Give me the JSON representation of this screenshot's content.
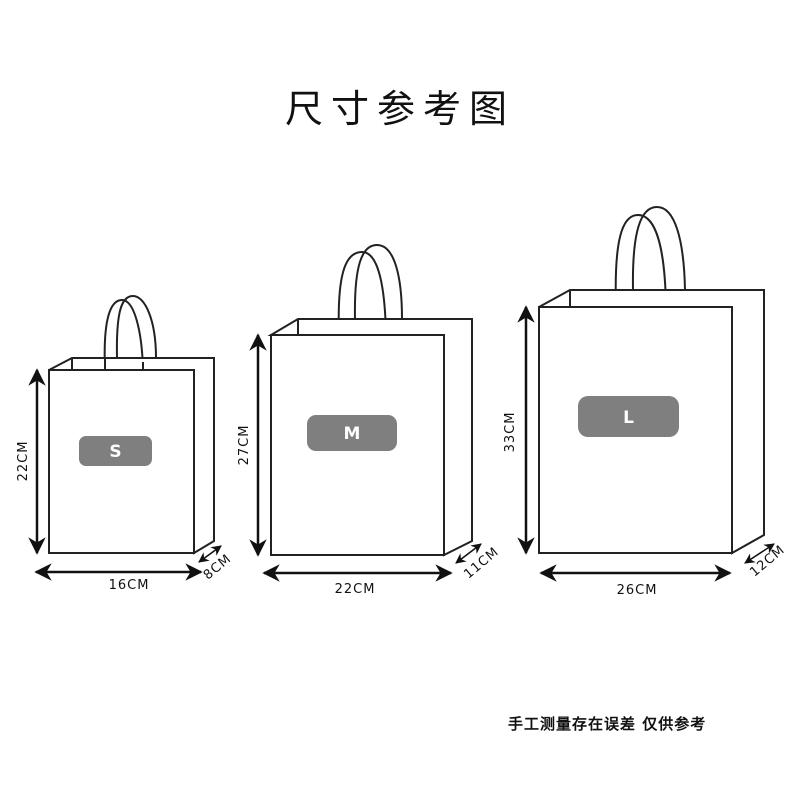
{
  "title": "尺寸参考图",
  "note": "手工测量存在误差  仅供参考",
  "colors": {
    "line": "#222222",
    "badge": "#7f7f7f",
    "badge_text": "#ffffff",
    "background": "#ffffff"
  },
  "bags": [
    {
      "size": "S",
      "height_label": "22CM",
      "width_label": "16CM",
      "depth_label": "8CM"
    },
    {
      "size": "M",
      "height_label": "27CM",
      "width_label": "22CM",
      "depth_label": "11CM"
    },
    {
      "size": "L",
      "height_label": "33CM",
      "width_label": "26CM",
      "depth_label": "12CM"
    }
  ]
}
